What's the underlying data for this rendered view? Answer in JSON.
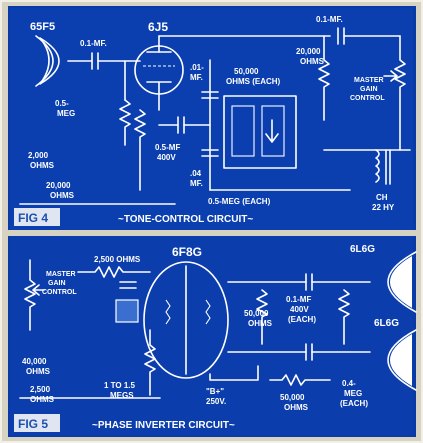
{
  "colors": {
    "background": "#0a3aa6",
    "panel_top": "#0b3fb0",
    "panel_bottom": "#0b3dac",
    "ink": "#ffffff",
    "frame": "#d7d3c2",
    "label_box": "#dfe6f2",
    "label_ink": "#1d4fb0"
  },
  "fig4": {
    "figure_label": "FIG 4",
    "caption": "~TONE-CONTROL CIRCUIT~",
    "tube_left": "65F5",
    "tube_main": "6J5",
    "cap_input": "0.1-MF.",
    "cap_output": "0.1-MF.",
    "res_half_meg": "0.5-",
    "res_half_meg_2": "MEG",
    "res_2000": "2,000",
    "res_2000_unit": "OHMS",
    "res_20000_bottom": "20,000",
    "res_20000_bottom_unit": "OHMS",
    "cap_05mf_400v": "0.5-MF",
    "cap_05mf_400v_2": "400V",
    "cap_01mf_a": ".01-",
    "cap_01mf_b": "MF.",
    "res_50000": "50,000",
    "res_50000_unit": "OHMS (EACH)",
    "cap_04mf": ".04",
    "cap_04mf_2": "MF.",
    "res_05meg_each": "0.5-MEG (EACH)",
    "res_20000_top": "20,000",
    "res_20000_top_unit": "OHMS",
    "master_gain": "MASTER",
    "master_gain_2": "GAIN",
    "master_gain_3": "CONTROL",
    "choke": "CH",
    "choke_2": "22 HY"
  },
  "fig5": {
    "figure_label": "FIG 5",
    "caption": "~PHASE INVERTER CIRCUIT~",
    "tube_main": "6F8G",
    "tube_top_right": "6L6G",
    "tube_bottom_right": "6L6G",
    "res_2500_top": "2,500 OHMS",
    "master_gain": "MASTER",
    "master_gain_2": "GAIN",
    "master_gain_3": "CONTROL",
    "cap_01mf": "0.1-MF",
    "cap_01mf_2": "400V",
    "cap_01mf_3": "(EACH)",
    "res_50000_mid": "50,000",
    "res_50000_mid_unit": "OHMS",
    "res_40000": "40,000",
    "res_40000_unit": "OHMS",
    "res_2500_bottom": "2,500",
    "res_2500_bottom_unit": "OHMS",
    "res_1to15": "1 TO 1.5",
    "res_1to15_unit": "MEGS",
    "b_plus": "\"B+\"",
    "b_plus_2": "250V.",
    "res_50000_bottom": "50,000",
    "res_50000_bottom_unit": "OHMS",
    "res_04meg": "0.4-",
    "res_04meg_2": "MEG",
    "res_04meg_3": "(EACH)"
  }
}
